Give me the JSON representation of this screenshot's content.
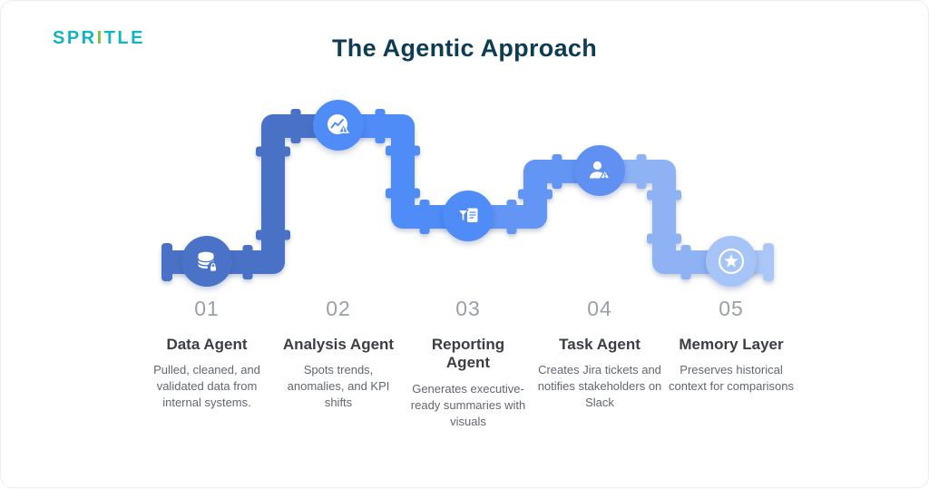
{
  "logo": {
    "prefix": "SPR",
    "accent_letter": "I",
    "suffix": "TLE",
    "teal": "#12b5bf",
    "green": "#7cc242"
  },
  "header": {
    "title": "The Agentic Approach",
    "color": "#0e3c53"
  },
  "pipes": [
    {
      "name": "segment-1",
      "color": "#4a72c6"
    },
    {
      "name": "segment-2",
      "color": "#4f8cf7"
    },
    {
      "name": "segment-3",
      "color": "#6396f4"
    },
    {
      "name": "segment-4",
      "color": "#8fb2f5"
    },
    {
      "name": "segment-5",
      "color": "#abc7f8"
    }
  ],
  "stages": [
    {
      "number": "01",
      "title": "Data Agent",
      "description": "Pulled, cleaned, and validated data from internal systems.",
      "icon": "database-lock-icon",
      "color": "#4a72c6"
    },
    {
      "number": "02",
      "title": "Analysis Agent",
      "description": "Spots trends, anomalies, and KPI shifts",
      "icon": "chart-alert-icon",
      "color": "#4f8cf7"
    },
    {
      "number": "03",
      "title": "Reporting Agent",
      "description": "Generates executive-ready summaries with visuals",
      "icon": "funnel-document-icon",
      "color": "#4f8cf7"
    },
    {
      "number": "04",
      "title": "Task Agent",
      "description": "Creates Jira tickets and notifies stakeholders on Slack",
      "icon": "person-alert-icon",
      "color": "#5f90f2"
    },
    {
      "number": "05",
      "title": "Memory Layer",
      "description": "Preserves historical context for comparisons",
      "icon": "star-icon",
      "color": "#a7c4f8"
    }
  ]
}
